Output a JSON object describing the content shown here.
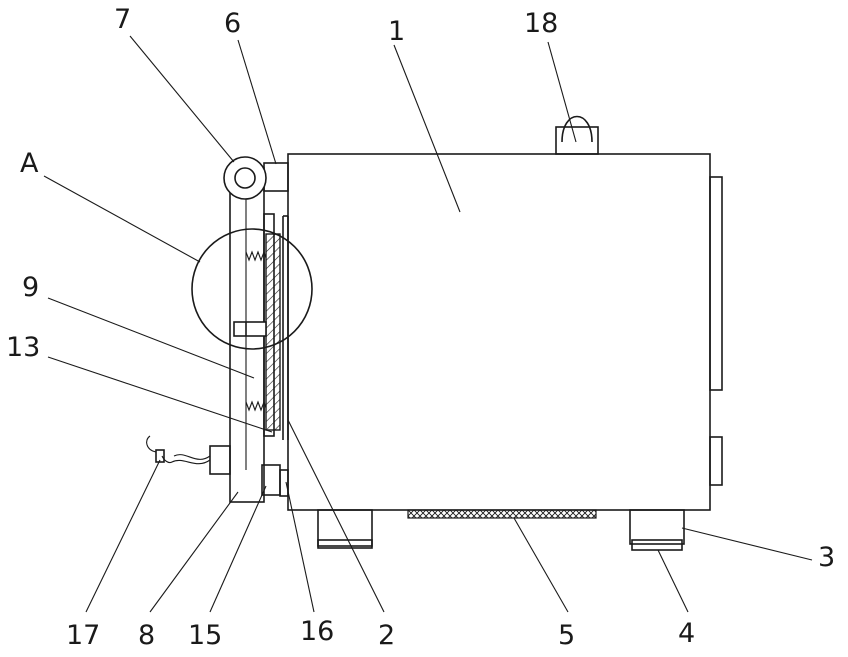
{
  "labels": {
    "l1": "1",
    "l2": "2",
    "l3": "3",
    "l4": "4",
    "l5": "5",
    "l6": "6",
    "l7": "7",
    "l8": "8",
    "l9": "9",
    "l13": "13",
    "l15": "15",
    "l16": "16",
    "l17": "17",
    "l18": "18",
    "lA": "A"
  }
}
